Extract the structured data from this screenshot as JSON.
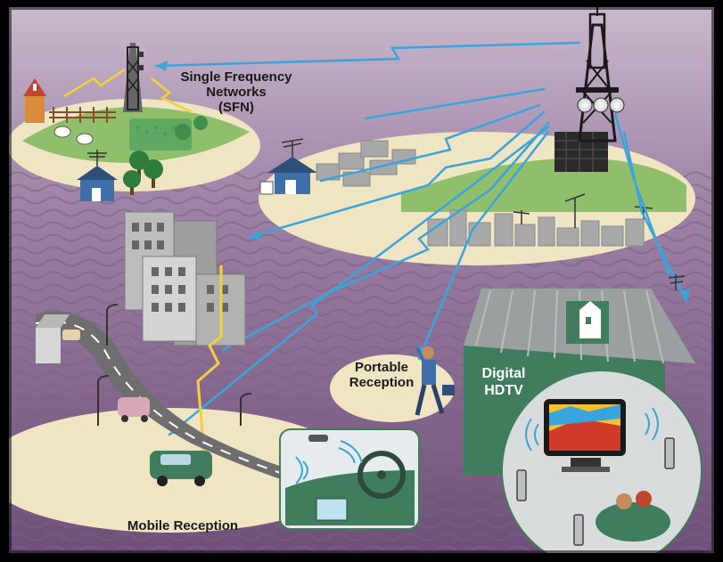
{
  "labels": {
    "sfn_line1": "Single Frequency",
    "sfn_line2": "Networks",
    "sfn_line3": "(SFN)",
    "portable_line1": "Portable",
    "portable_line2": "Reception",
    "hdtv_line1": "Digital",
    "hdtv_line2": "HDTV",
    "mobile": "Mobile Reception"
  },
  "colors": {
    "background": "#8a6d94",
    "ground": "#efe5c2",
    "signal_blue": "#3aa4dc",
    "signal_yellow": "#f2d23c",
    "house_green": "#3f7d5c",
    "roof_grey": "#9aa0a0"
  }
}
